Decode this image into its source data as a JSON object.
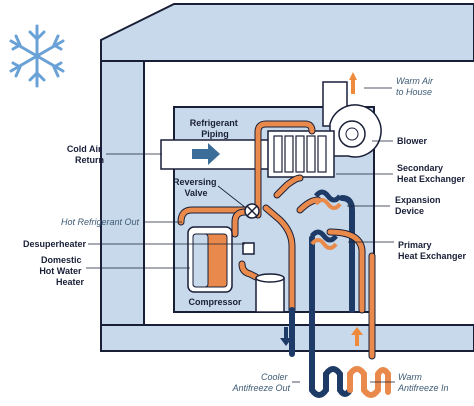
{
  "colors": {
    "house_fill": "#c7d9ea",
    "house_stroke": "#1a1f38",
    "hot_pipe": "#e98a4c",
    "cold_pipe": "#1e3a66",
    "snowflake": "#6aa1d6",
    "arrow_up": "#ef8a3c",
    "arrow_down": "#1e3a66",
    "cold_air_arrow": "#3c6d98"
  },
  "icons": {
    "snowflake": "snowflake-icon",
    "warm_air": "arrow-up-icon",
    "cold_air": "arrow-right-icon",
    "cool_down": "arrow-down-icon",
    "warm_up": "arrow-up-icon"
  },
  "labels": {
    "warm_air": [
      "Warm Air",
      "to House"
    ],
    "refrigerant_piping": [
      "Refrigerant",
      "Piping"
    ],
    "blower": [
      "Blower"
    ],
    "cold_air_return": [
      "Cold Air",
      "Return"
    ],
    "secondary_hx": [
      "Secondary",
      "Heat Exchanger"
    ],
    "reversing_valve": [
      "Reversing",
      "Valve"
    ],
    "expansion_device": [
      "Expansion",
      "Device"
    ],
    "hot_refrigerant_out": [
      "Hot Refrigerant Out"
    ],
    "desuperheater": [
      "Desuperheater"
    ],
    "primary_hx": [
      "Primary",
      "Heat Exchanger"
    ],
    "domestic_hot_water": [
      "Domestic",
      "Hot Water",
      "Heater"
    ],
    "compressor": [
      "Compressor"
    ],
    "cooler_antifreeze": [
      "Cooler",
      "Antifreeze Out"
    ],
    "warmer_antifreeze": [
      "Warm",
      "Antifreeze In"
    ]
  }
}
